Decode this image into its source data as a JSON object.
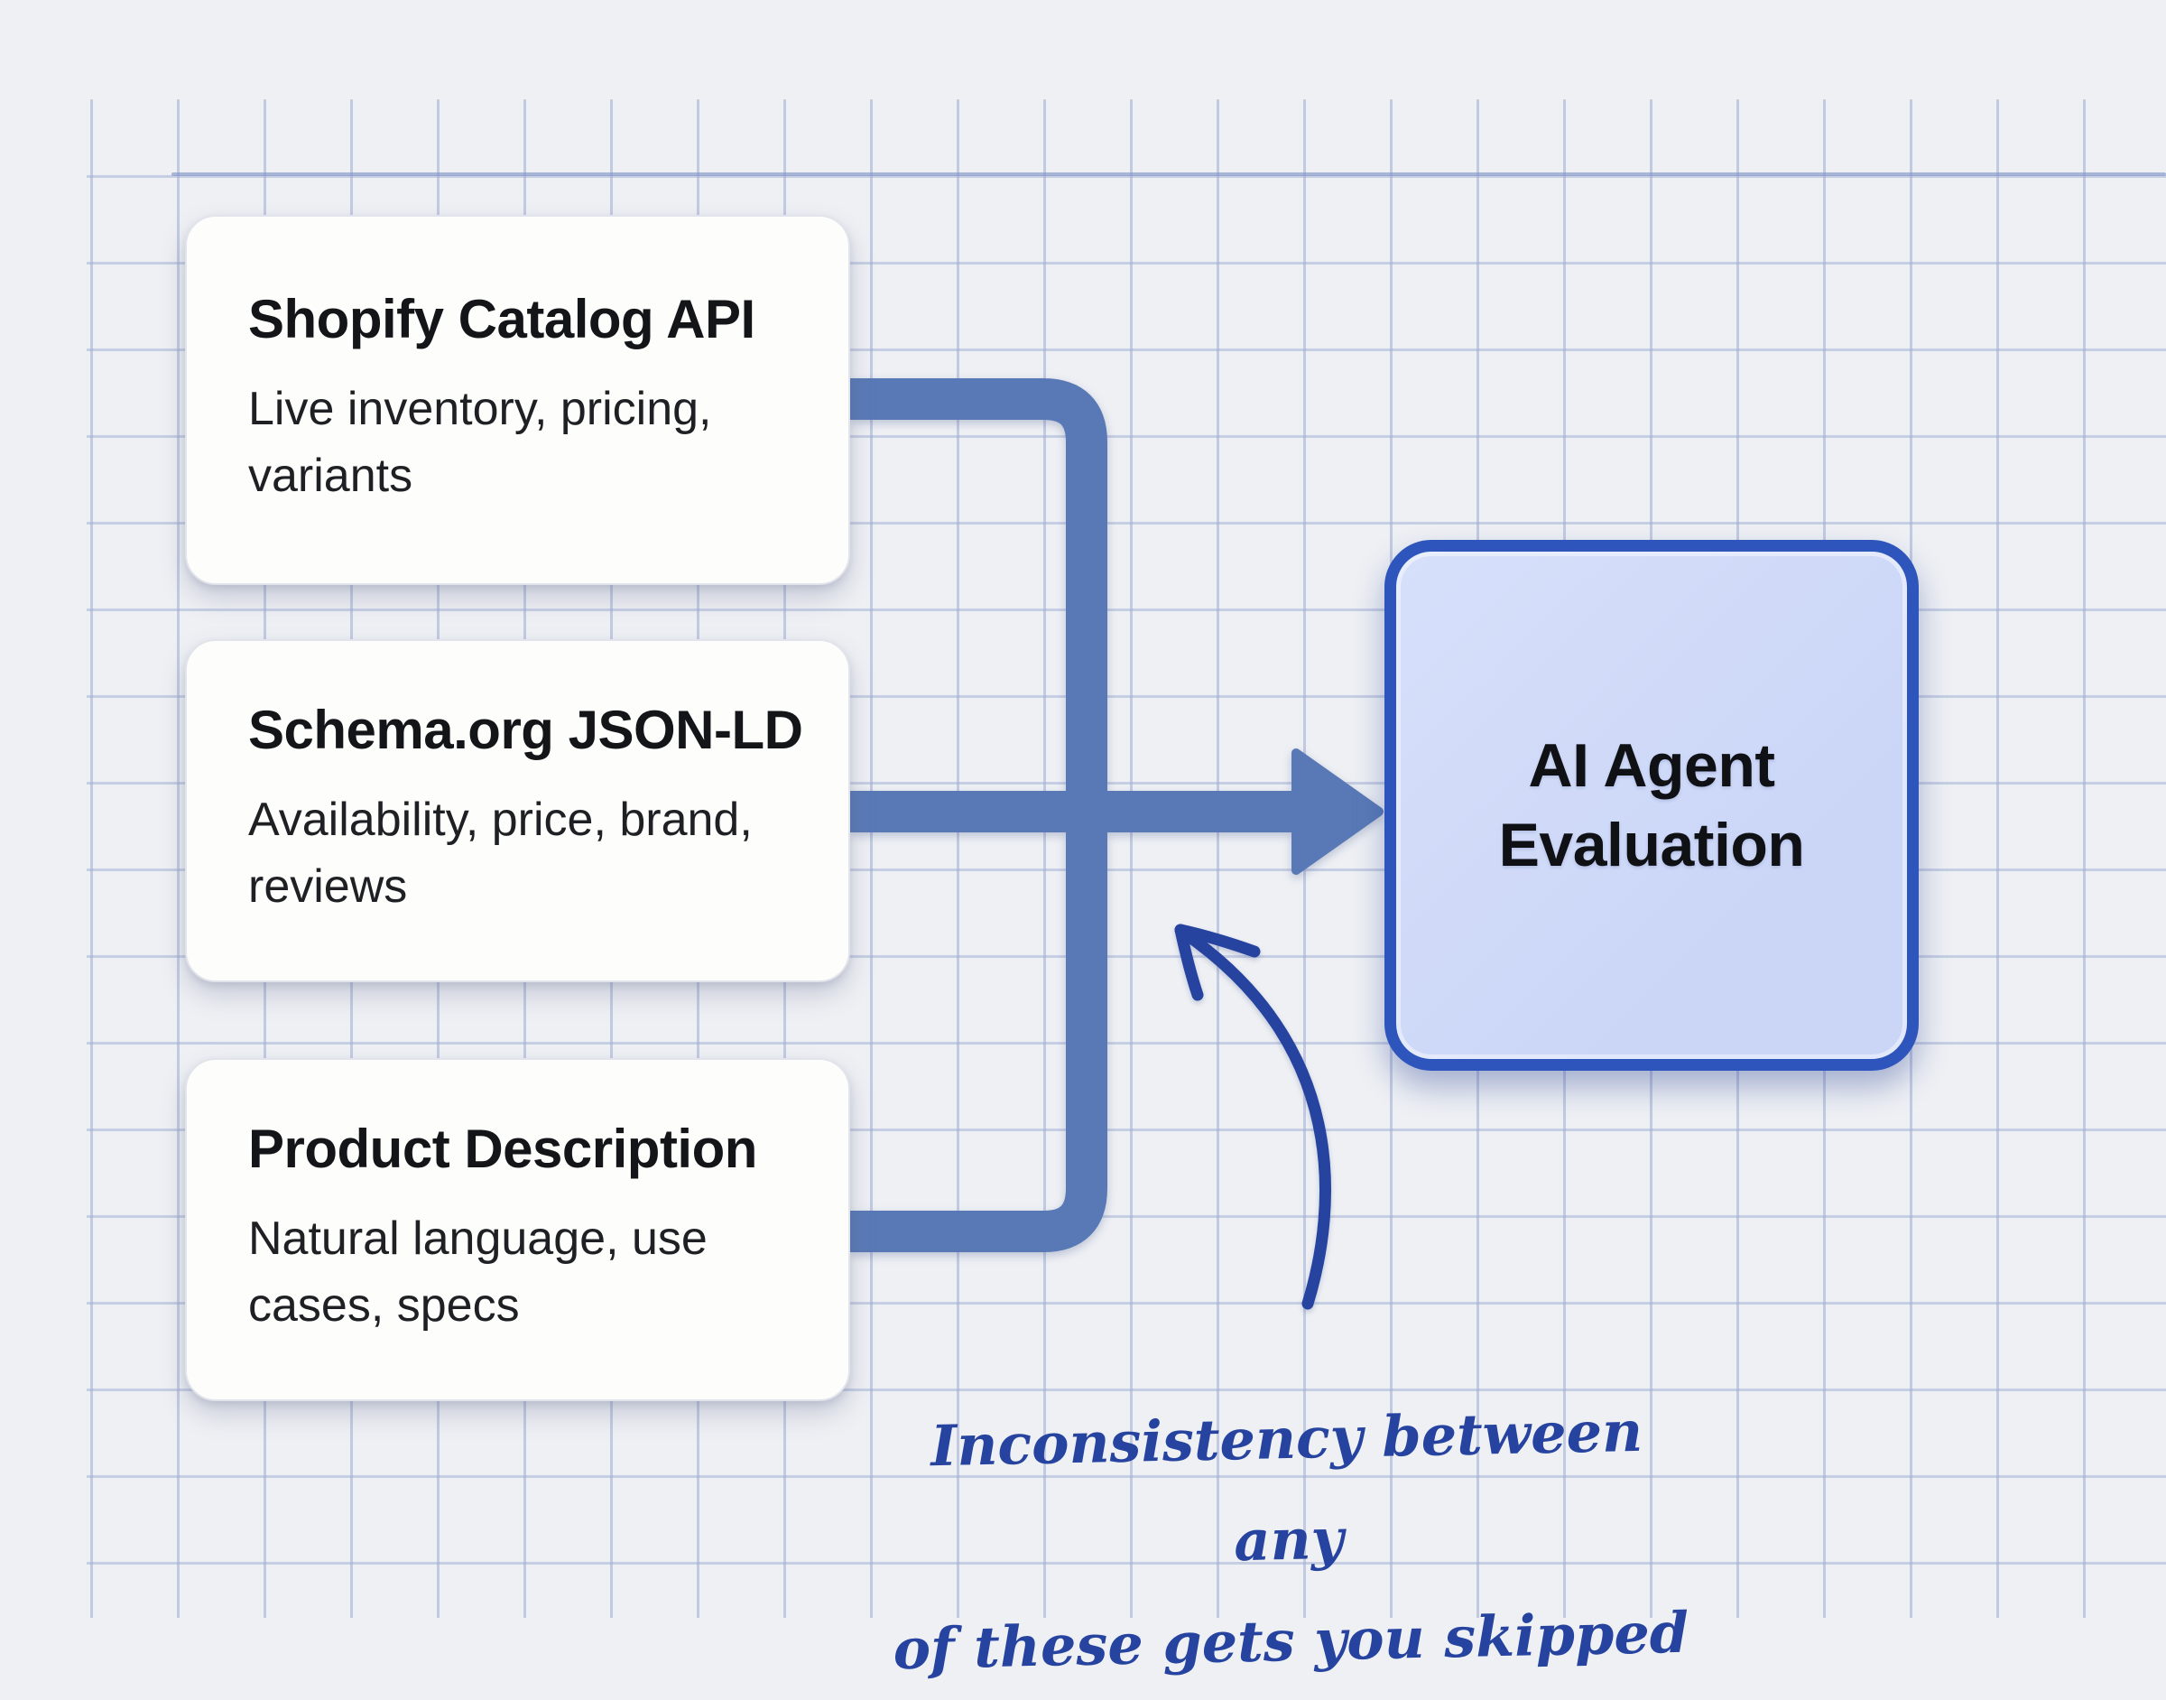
{
  "page": {
    "bg_color": "#eef0f4",
    "grid_color": "#9eacd2",
    "kind": "flow diagram on graph paper"
  },
  "flow": {
    "sources": [
      {
        "title": "Shopify Catalog API",
        "subtitle": "Live inventory, pricing,\nvariants"
      },
      {
        "title": "Schema.org JSON-LD",
        "subtitle": "Availability, price, brand,\nreviews"
      },
      {
        "title": "Product Description",
        "subtitle": "Natural language, use\ncases, specs"
      }
    ],
    "target": {
      "label": "AI Agent\nEvaluation",
      "fill_color": "#cdd8f7",
      "border_color": "#2e55bb"
    },
    "connector_color": "#5979b6"
  },
  "annotation": {
    "text": "Inconsistency between any\nof these gets you skipped",
    "ink_color": "#26439f",
    "arrow": "curved arrow pointing up-left at the merge junction"
  }
}
